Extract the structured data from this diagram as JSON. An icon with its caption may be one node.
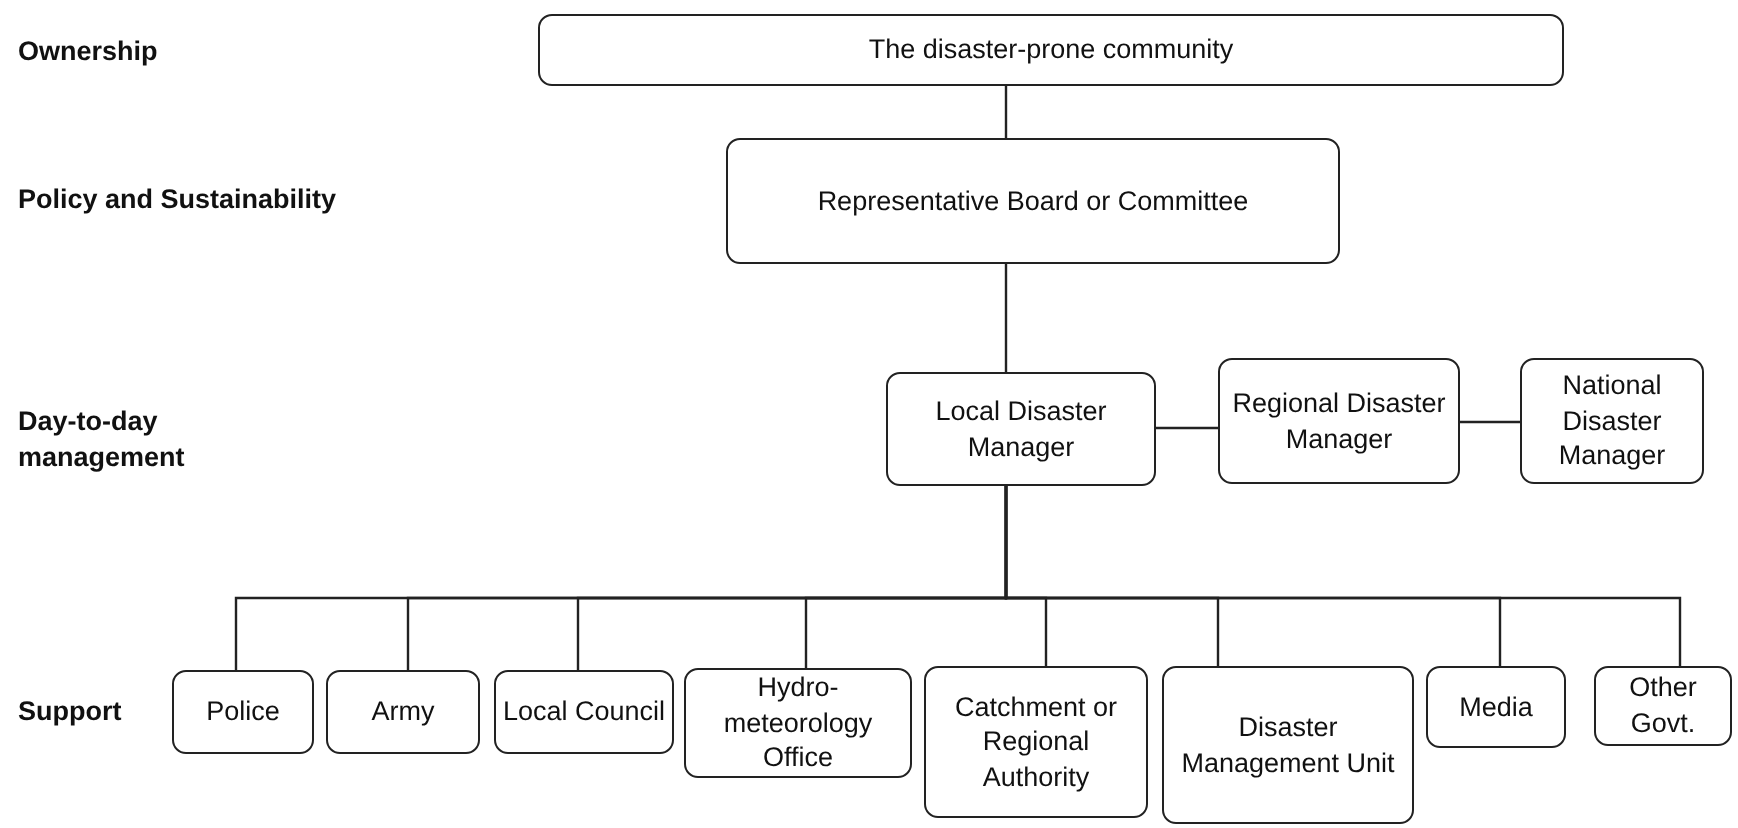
{
  "diagram": {
    "nodes": [
      {
        "text": [
          "The disaster-prone community"
        ]
      },
      {
        "text": [
          "Representative Board or Committee"
        ]
      },
      {
        "text": [
          "Local Disaster Manager"
        ]
      },
      {
        "text": [
          "Regional Disaster Manager"
        ]
      },
      {
        "text": [
          "National Disaster Manager"
        ]
      },
      {
        "text": [
          "Police"
        ]
      },
      {
        "text": [
          "Army"
        ]
      },
      {
        "text": [
          "Local Council"
        ]
      },
      {
        "text": [
          "Hydro-meteorology Office"
        ]
      },
      {
        "text": [
          "Catchment or Regional Authority"
        ]
      },
      {
        "text": [
          "Disaster Management Unit"
        ]
      },
      {
        "text": [
          "Media"
        ]
      },
      {
        "text": [
          "Other Govt."
        ]
      }
    ],
    "edges": [
      {
        "from": 0,
        "to": 1,
        "arrow": "none"
      },
      {
        "from": 1,
        "to": 2,
        "arrow": "none"
      },
      {
        "from": 2,
        "to": 3,
        "arrow": "none"
      },
      {
        "from": 3,
        "to": 4,
        "arrow": "none"
      },
      {
        "from": 2,
        "to": 5,
        "arrow": "none"
      },
      {
        "from": 2,
        "to": 6,
        "arrow": "none"
      },
      {
        "from": 2,
        "to": 7,
        "arrow": "none"
      },
      {
        "from": 2,
        "to": 8,
        "arrow": "none"
      },
      {
        "from": 2,
        "to": 9,
        "arrow": "none"
      },
      {
        "from": 2,
        "to": 10,
        "arrow": "none"
      },
      {
        "from": 2,
        "to": 11,
        "arrow": "none"
      },
      {
        "from": 2,
        "to": 12,
        "arrow": "none"
      }
    ],
    "labels": [
      "Ownership",
      "Policy and Sustainability",
      "Day-to-day management",
      "Support"
    ]
  }
}
